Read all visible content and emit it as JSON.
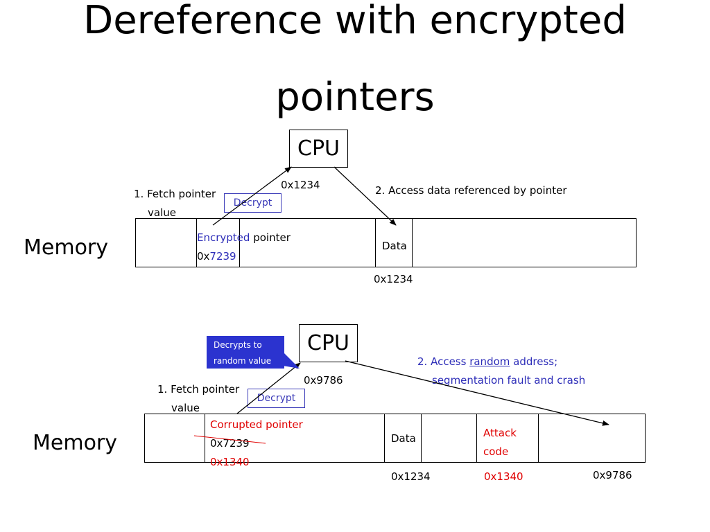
{
  "title": {
    "line1": "Dereference with encrypted",
    "line2": "pointers"
  },
  "top": {
    "cpu": "CPU",
    "memory_label": "Memory",
    "fetch_line1": "1. Fetch pointer",
    "fetch_line2": "value",
    "decrypt": "Decrypt",
    "decrypted_addr": "0x1234",
    "access": "2. Access data referenced by pointer",
    "encrypted_word": "Encrypted",
    "pointer_word": " pointer",
    "value_prefix": "0x",
    "value_suffix": "7239",
    "data": "Data",
    "data_addr": "0x1234"
  },
  "bottom": {
    "cpu": "CPU",
    "memory_label": "Memory",
    "callout_line1": "Decrypts to",
    "callout_line2": "random value",
    "fetch_line1": "1. Fetch pointer",
    "fetch_line2": "value",
    "decrypt": "Decrypt",
    "decrypted_addr": "0x9786",
    "access_prefix": "2. Access ",
    "access_random": "random",
    "access_suffix": " address;",
    "access_line2": "segmentation fault and crash",
    "corrupted": "Corrupted pointer",
    "old_value": "0x7239",
    "new_value": "0x1340",
    "data": "Data",
    "attack_line1": "Attack",
    "attack_line2": "code",
    "data_addr": "0x1234",
    "attack_addr": "0x1340",
    "random_addr": "0x9786"
  },
  "colors": {
    "blue": "#2d2db8",
    "red": "#e00000",
    "callout": "#2b33cf"
  }
}
